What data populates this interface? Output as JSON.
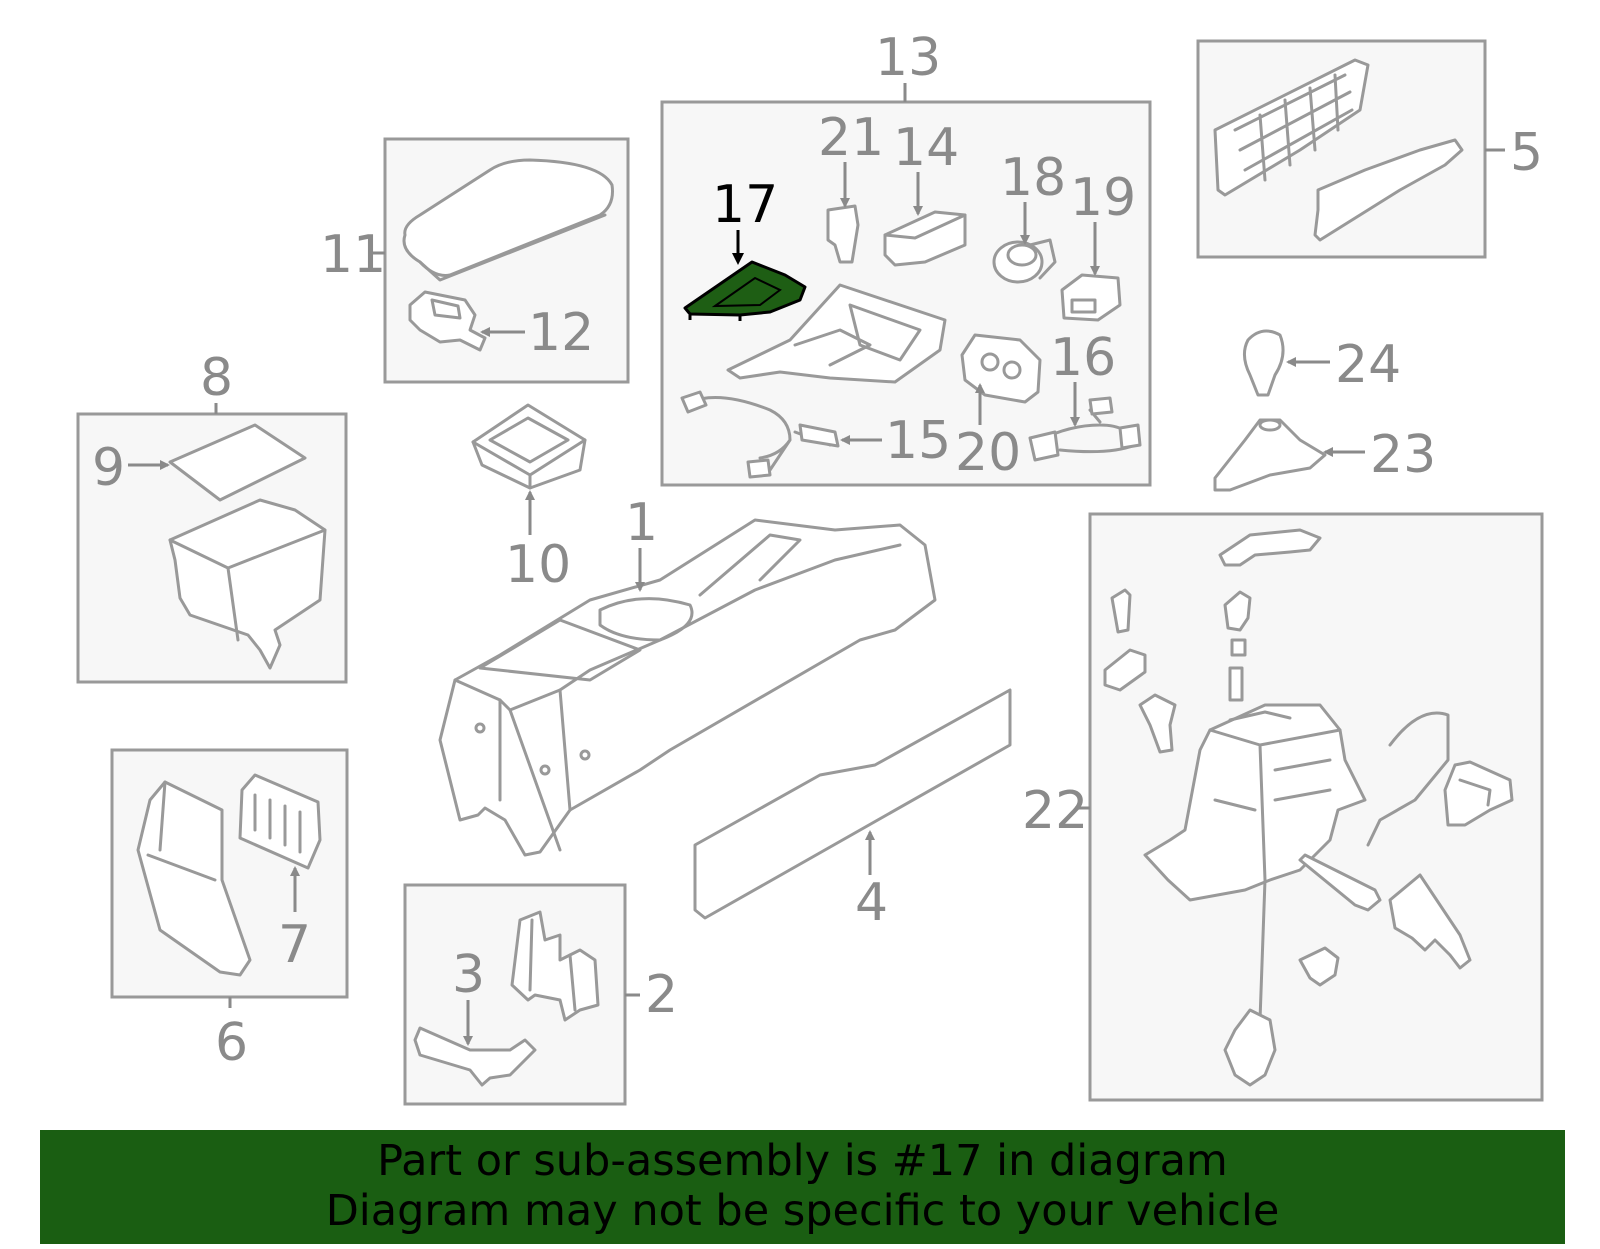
{
  "colors": {
    "highlight_fill": "#1e5e14",
    "banner_bg": "#1a5e12",
    "line_gray": "#999999",
    "highlight_label": "#000000"
  },
  "highlighted_part": "17",
  "callouts": {
    "c1": "1",
    "c2": "2",
    "c3": "3",
    "c4": "4",
    "c5": "5",
    "c6": "6",
    "c7": "7",
    "c8": "8",
    "c9": "9",
    "c10": "10",
    "c11": "11",
    "c12": "12",
    "c13": "13",
    "c14": "14",
    "c15": "15",
    "c16": "16",
    "c17": "17",
    "c18": "18",
    "c19": "19",
    "c20": "20",
    "c21": "21",
    "c22": "22",
    "c23": "23",
    "c24": "24"
  },
  "banner": {
    "line1": "Part or sub-assembly is #17 in diagram",
    "line2": "Diagram may not be specific to your vehicle"
  }
}
